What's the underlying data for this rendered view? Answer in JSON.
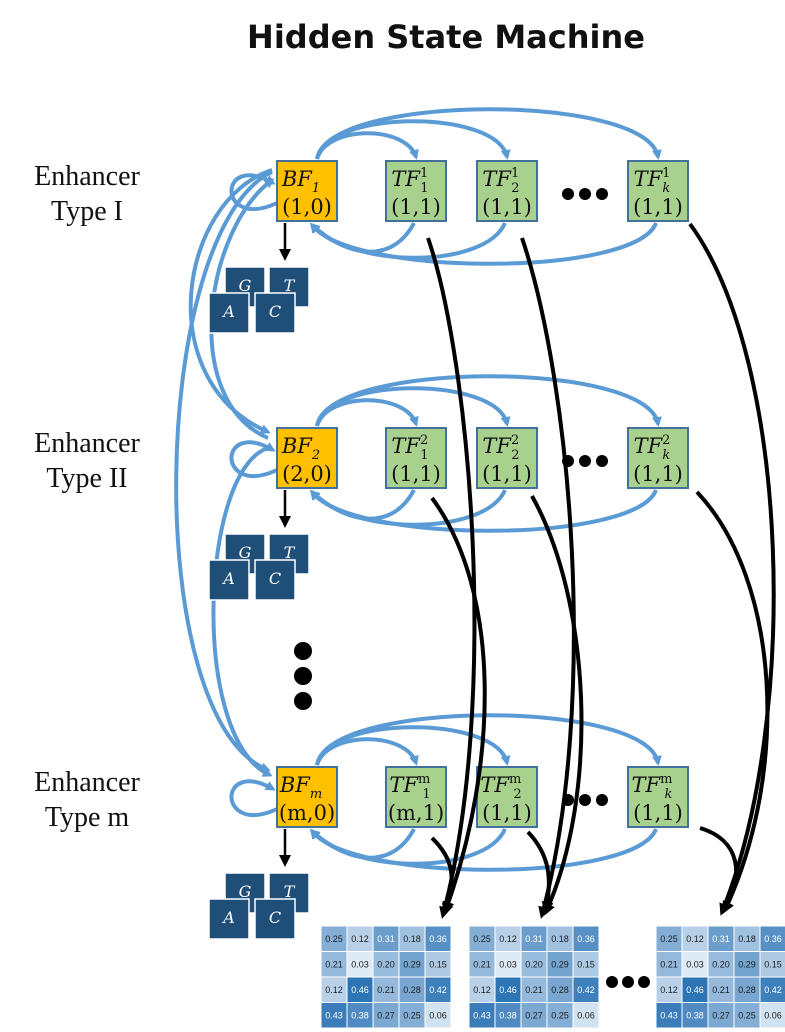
{
  "title": "Hidden State Machine",
  "colors": {
    "bf_fill": "#FFC000",
    "tf_fill": "#A9D18E",
    "box_border": "#41719C",
    "loop_arrow": "#5B9BD5",
    "emission_arrow": "#000000",
    "nucleotide_fill": "#1F4E79",
    "heat_low": "#EAF2FA",
    "heat_high": "#2E75B6"
  },
  "nucleotides": [
    "G",
    "T",
    "A",
    "C"
  ],
  "rows": [
    {
      "type_line1": "Enhancer",
      "type_line2": "Type I",
      "bf": {
        "name": "BF",
        "sub": "1",
        "label": "(1,0)"
      },
      "tfs": [
        {
          "name": "TF",
          "sup": "1",
          "sub": "1",
          "label": "(1,1)"
        },
        {
          "name": "TF",
          "sup": "1",
          "sub": "2",
          "label": "(1,1)"
        },
        {
          "name": "TF",
          "sup": "1",
          "sub": "k",
          "label": "(1,1)"
        }
      ]
    },
    {
      "type_line1": "Enhancer",
      "type_line2": "Type II",
      "bf": {
        "name": "BF",
        "sub": "2",
        "label": "(2,0)"
      },
      "tfs": [
        {
          "name": "TF",
          "sup": "2",
          "sub": "1",
          "label": "(1,1)"
        },
        {
          "name": "TF",
          "sup": "2",
          "sub": "2",
          "label": "(1,1)"
        },
        {
          "name": "TF",
          "sup": "2",
          "sub": "k",
          "label": "(1,1)"
        }
      ]
    },
    {
      "type_line1": "Enhancer",
      "type_line2": "Type m",
      "bf": {
        "name": "BF",
        "sub": "m",
        "label": "(m,0)"
      },
      "tfs": [
        {
          "name": "TF",
          "sup": "m",
          "sub": "1",
          "label": "(m,1)"
        },
        {
          "name": "TF",
          "sup": "m",
          "sub": "2",
          "label": "(1,1)"
        },
        {
          "name": "TF",
          "sup": "m",
          "sub": "k",
          "label": "(1,1)"
        }
      ]
    }
  ],
  "pwm": [
    [
      0.25,
      0.12,
      0.31,
      0.18,
      0.36
    ],
    [
      0.21,
      0.03,
      0.2,
      0.29,
      0.15
    ],
    [
      0.12,
      0.46,
      0.21,
      0.28,
      0.42
    ],
    [
      0.43,
      0.38,
      0.27,
      0.25,
      0.06
    ]
  ],
  "pwm_labels": [
    [
      "0.25",
      "0.12",
      "0.31",
      "0.18",
      "0.36"
    ],
    [
      "0.21",
      "0.03",
      "0.20",
      "0.29",
      "0.15"
    ],
    [
      "0.12",
      "0.46",
      "0.21",
      "0.28",
      "0.42"
    ],
    [
      "0.43",
      "0.38",
      "0.27",
      "0.25",
      "0.06"
    ]
  ],
  "pwm_count": 3
}
